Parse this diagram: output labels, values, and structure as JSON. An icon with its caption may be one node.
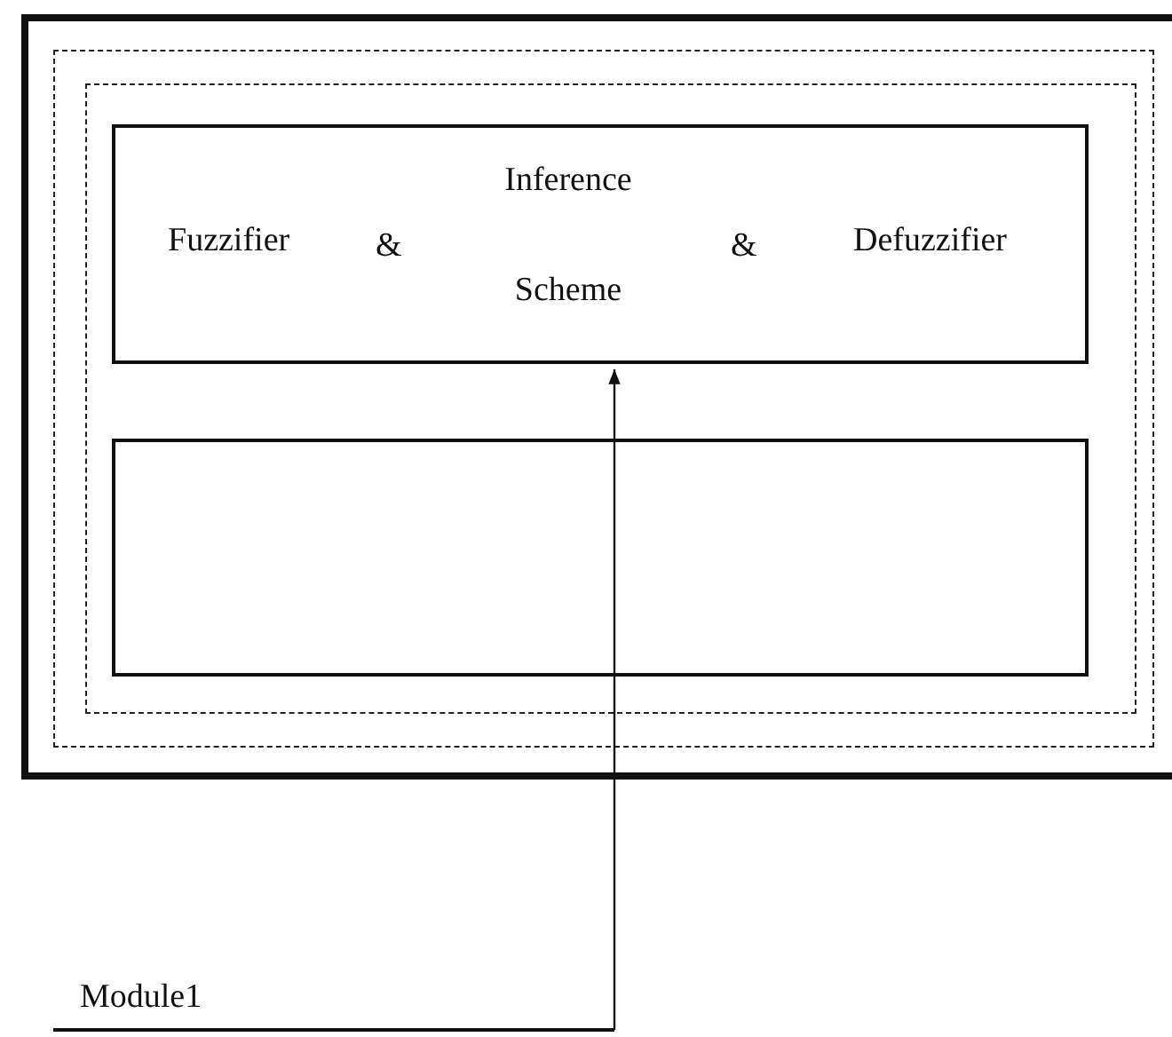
{
  "diagram": {
    "nodes": [
      {
        "text": [],
        "shape": "box"
      },
      {
        "text": [],
        "shape": "box",
        "in": 0
      },
      {
        "text": [],
        "shape": "box",
        "in": 1
      },
      {
        "text": [
          "Fuzzifier",
          "&",
          "Inference Scheme",
          "&",
          "Defuzzifier"
        ],
        "in": 2
      },
      {
        "text": [],
        "shape": "box",
        "in": 2
      },
      {
        "text": [
          "Module1"
        ]
      }
    ],
    "edges": [
      {
        "from": 5,
        "to": 3,
        "arrow": "to"
      }
    ]
  }
}
